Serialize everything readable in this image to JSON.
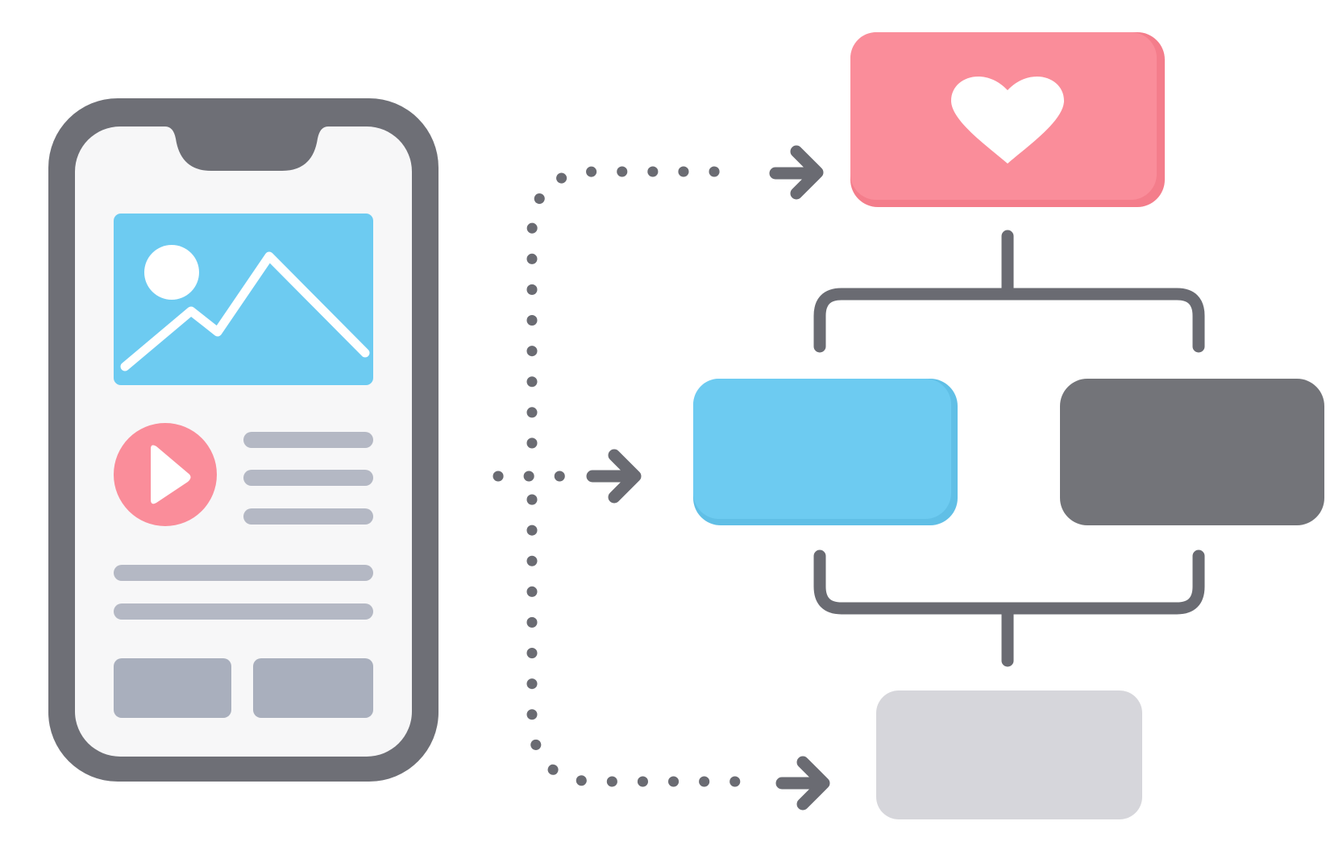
{
  "colors": {
    "frame": "#6e6f76",
    "screen": "#f7f7f8",
    "blue": "#6dcbf1",
    "blue_edge": "#60bfe6",
    "pink": "#fa8d9a",
    "pink_edge": "#f47d8b",
    "dark": "#737479",
    "light": "#d6d6db",
    "skeleton": "#a9afbd",
    "skeleton_line": "#b4b8c4",
    "connector": "#6a6b72",
    "white": "#ffffff"
  },
  "phone": {
    "screen_items": [
      "image-placeholder",
      "play-button",
      "text-lines",
      "action-buttons"
    ]
  },
  "icons": {
    "image": "image-icon",
    "play": "play-icon",
    "heart": "heart-icon",
    "arrow": "arrow-right-icon"
  },
  "flow": {
    "targets": [
      "pink-heart-card",
      "blue-card",
      "gray-card",
      "light-card"
    ]
  }
}
